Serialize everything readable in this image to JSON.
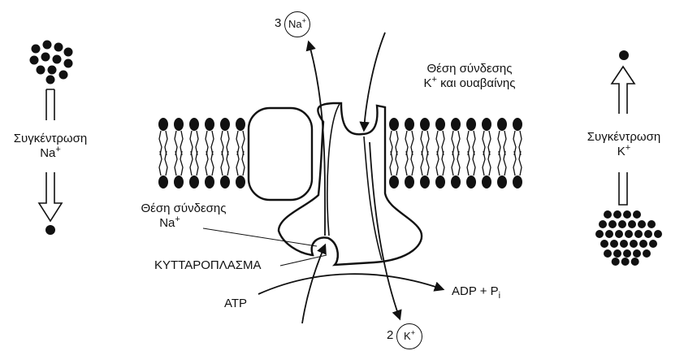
{
  "labels": {
    "na_concentration": "Συγκέντρωση",
    "na_symbol": "Na",
    "k_concentration": "Συγκέντρωση",
    "k_symbol": "K",
    "k_site_line1": "Θέση σύνδεσης",
    "k_site_line2": "K",
    "k_site_line2_rest": "και ουαβαίνης",
    "na_site_line1": "Θέση σύνδεσης",
    "na_site_line2": "Na",
    "cytoplasm": "ΚΥΤΤΑΡΟΠΛΑΣΜΑ",
    "atp": "ATP",
    "adp": "ADP + P",
    "adp_sub": "i",
    "na_count": "3",
    "k_count": "2",
    "plus": "+"
  },
  "ions": {
    "na_out": "Na",
    "k_in": "K"
  },
  "colors": {
    "ink": "#111111",
    "background": "#ffffff"
  }
}
